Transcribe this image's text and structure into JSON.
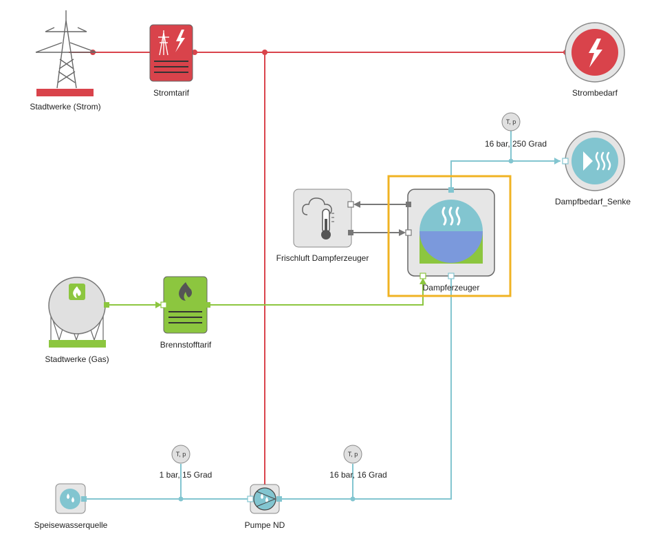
{
  "nodes": {
    "stadtwerke_strom": "Stadtwerke (Strom)",
    "stromtarif": "Stromtarif",
    "strombedarf": "Strombedarf",
    "sensor_steam_label": "16 bar, 250 Grad",
    "dampfbedarf": "Dampfbedarf_Senke",
    "frischluft": "Frischluft Dampferzeuger",
    "dampferzeuger": "Dampferzeuger",
    "stadtwerke_gas": "Stadtwerke (Gas)",
    "brennstofftarif": "Brennstofftarif",
    "sensor_in_label": "1 bar, 15 Grad",
    "sensor_out_label": "16 bar, 16 Grad",
    "speisewasserquelle": "Speisewasserquelle",
    "pumpe": "Pumpe ND",
    "sensor_glyph": "T, p"
  },
  "colors": {
    "electric": "#d9434b",
    "water": "#82c5d0",
    "gas": "#8cc63f",
    "signal": "#777777",
    "selection": "#f0b323"
  }
}
